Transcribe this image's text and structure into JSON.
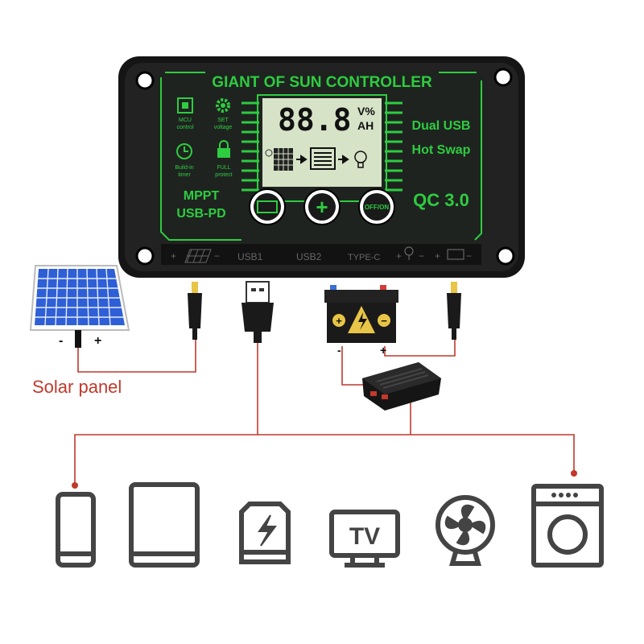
{
  "controller": {
    "title": "GIANT OF SUN CONTROLLER",
    "lcd": {
      "digits": "88.8",
      "unit_top": "V%",
      "unit_bottom": "AH"
    },
    "features": {
      "mcu": [
        "MCU",
        "control"
      ],
      "set": [
        "SET",
        "voltage"
      ],
      "timer": [
        "Build-in",
        "timer"
      ],
      "protect": [
        "FULL",
        "protect"
      ]
    },
    "left_labels": [
      "MPPT",
      "USB-PD"
    ],
    "right_labels": [
      "Dual USB",
      "Hot Swap"
    ],
    "qc_label": "QC 3.0",
    "buttons": {
      "plus": "+",
      "power": "OFF/ON"
    },
    "ports": {
      "solar_plus": "+",
      "solar_minus": "−",
      "usb1": "USB1",
      "usb2": "USB2",
      "typec": "TYPE-C",
      "load_plus": "+",
      "load_minus": "−",
      "batt_plus": "+",
      "batt_minus": "−"
    }
  },
  "solar": {
    "caption": "Solar panel",
    "minus": "-",
    "plus": "+"
  },
  "battery": {
    "minus": "-",
    "plus": "+"
  },
  "devices": [
    {
      "name": "phone",
      "icon": "phone-icon"
    },
    {
      "name": "tablet",
      "icon": "tablet-icon"
    },
    {
      "name": "power-bank",
      "icon": "power-bank-icon"
    },
    {
      "name": "tv",
      "icon": "tv-icon",
      "label": "TV"
    },
    {
      "name": "fan",
      "icon": "fan-icon"
    },
    {
      "name": "washing-machine",
      "icon": "washing-machine-icon"
    }
  ],
  "colors": {
    "accent_green": "#2ecc40",
    "wire_red": "#c0392b",
    "body": "#1c1c1c",
    "lcd": "#d6e3c7"
  }
}
